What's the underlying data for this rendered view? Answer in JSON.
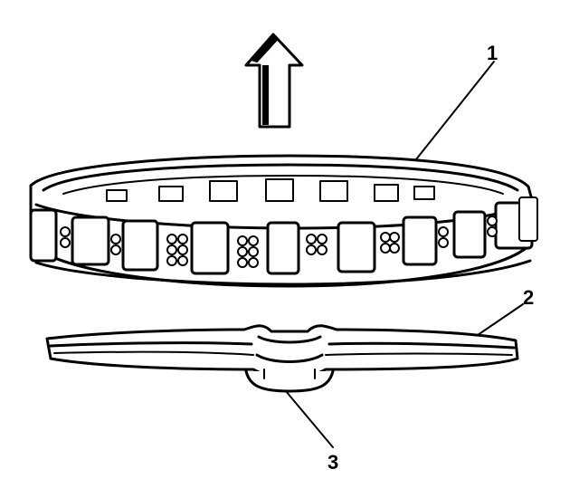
{
  "diagram": {
    "colors": {
      "ink": "#000000",
      "paper": "#ffffff"
    },
    "callouts": [
      {
        "id": "1",
        "label": "1"
      },
      {
        "id": "2",
        "label": "2"
      },
      {
        "id": "3",
        "label": "3"
      }
    ],
    "icons": [
      "up-arrow-icon"
    ]
  }
}
